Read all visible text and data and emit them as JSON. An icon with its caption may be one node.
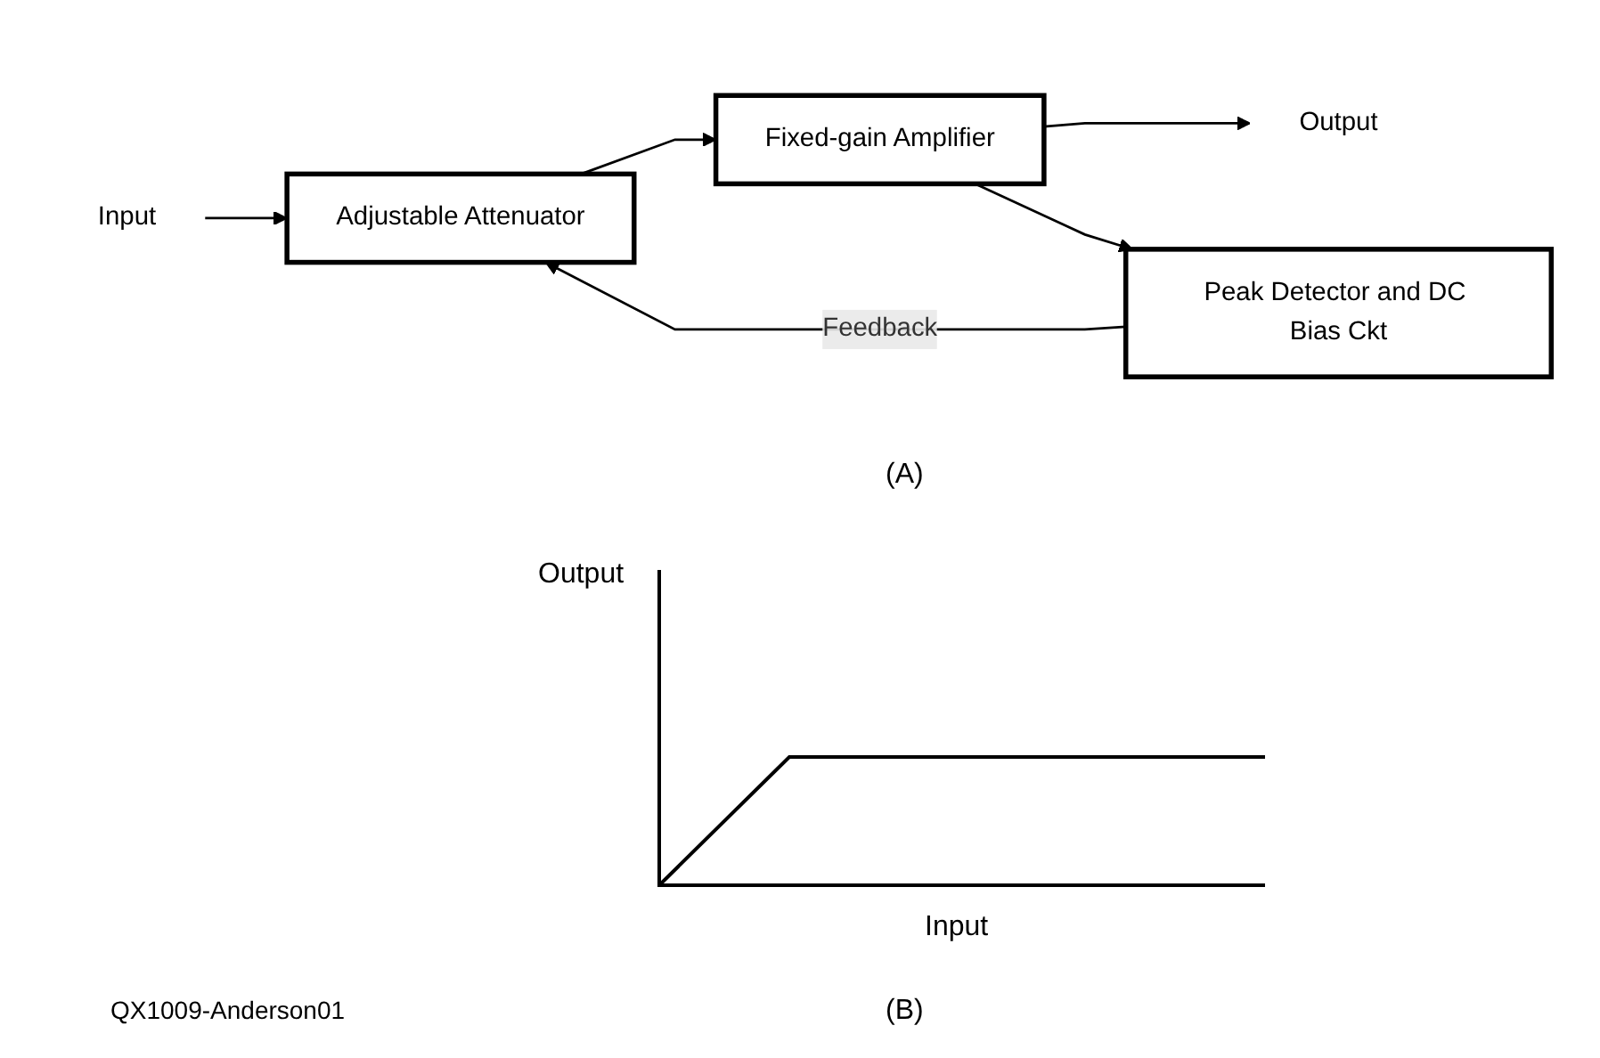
{
  "diagram": {
    "nodes": [
      {
        "text": [
          "Input"
        ]
      },
      {
        "text": [
          "Adjustable Attenuator"
        ]
      },
      {
        "text": [
          "Fixed-gain Amplifier"
        ]
      },
      {
        "text": [
          "Output"
        ]
      },
      {
        "text": [
          "Peak Detector and DC Bias Ckt"
        ]
      }
    ],
    "edges": [
      {
        "from": 0,
        "to": 1,
        "arrow": "to"
      },
      {
        "from": 1,
        "to": 2,
        "arrow": "to"
      },
      {
        "from": 2,
        "to": 3,
        "arrow": "to"
      },
      {
        "from": 2,
        "to": 4,
        "arrow": "to"
      },
      {
        "from": 4,
        "to": 1,
        "arrow": "to",
        "label": "Feedback"
      }
    ],
    "labels": [
      "(A)",
      "Output",
      "Input",
      "QX1009-Anderson01",
      "(B)"
    ]
  }
}
